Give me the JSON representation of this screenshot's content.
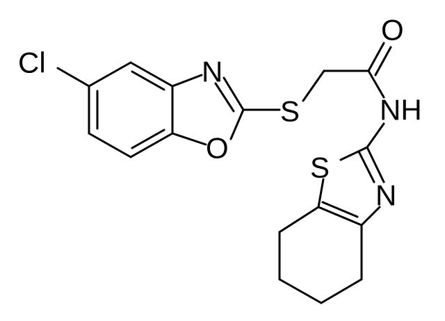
{
  "molecule": {
    "atoms": {
      "chlorine": "Cl",
      "benzoxazole_nitrogen": "N",
      "benzoxazole_oxygen": "O",
      "thioether_sulfur": "S",
      "carbonyl_oxygen": "O",
      "amide_nh": "NH",
      "thiazole_sulfur": "S",
      "thiazole_nitrogen": "N"
    }
  }
}
